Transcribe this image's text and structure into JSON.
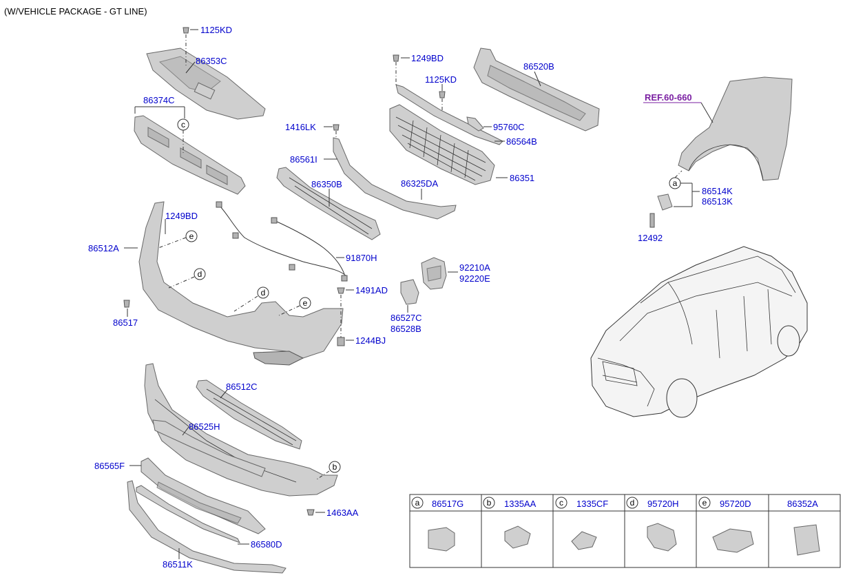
{
  "title": "(W/VEHICLE PACKAGE - GT LINE)",
  "reference": "REF.60-660",
  "part_labels": {
    "p1125KD_top": "1125KD",
    "p86353C": "86353C",
    "p86374C": "86374C",
    "p1249BD_top": "1249BD",
    "p1125KD_mid": "1125KD",
    "p86520B": "86520B",
    "p95760C": "95760C",
    "p86564B": "86564B",
    "p1416LK": "1416LK",
    "p86561I": "86561I",
    "p86351": "86351",
    "p86350B": "86350B",
    "p86325DA": "86325DA",
    "p86514K": "86514K",
    "p86513K": "86513K",
    "p12492": "12492",
    "p1249BD_left": "1249BD",
    "p86512A": "86512A",
    "p91870H": "91870H",
    "p92210A": "92210A",
    "p92220E": "92220E",
    "p1491AD": "1491AD",
    "p86517": "86517",
    "p86527C": "86527C",
    "p86528B": "86528B",
    "p1244BJ": "1244BJ",
    "p86512C": "86512C",
    "p86525H": "86525H",
    "p86565F": "86565F",
    "p1463AA": "1463AA",
    "p86580D": "86580D",
    "p86511K": "86511K"
  },
  "callout_letters": {
    "a": "a",
    "b": "b",
    "c": "c",
    "d": "d",
    "e": "e"
  },
  "legend": [
    {
      "letter": "a",
      "part": "86517G"
    },
    {
      "letter": "b",
      "part": "1335AA"
    },
    {
      "letter": "c",
      "part": "1335CF"
    },
    {
      "letter": "d",
      "part": "95720H"
    },
    {
      "letter": "e",
      "part": "95720D"
    },
    {
      "letter": "",
      "part": "86352A"
    }
  ]
}
